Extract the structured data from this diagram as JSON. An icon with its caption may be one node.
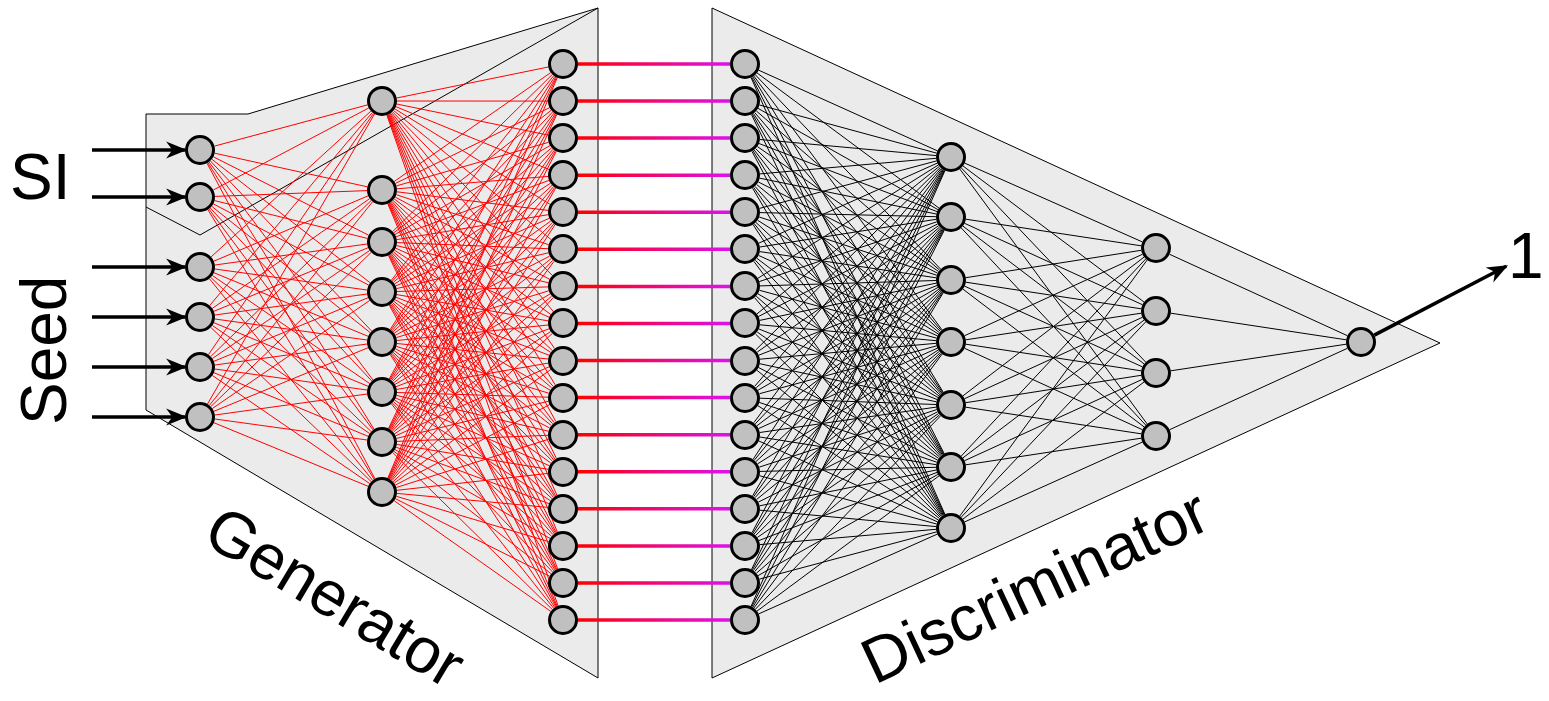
{
  "diagram": {
    "nodes": [
      {
        "text": [
          "Generator"
        ]
      },
      {
        "text": [],
        "shape": "circle",
        "in": 0
      },
      {
        "text": [],
        "shape": "circle",
        "in": 0
      },
      {
        "text": [],
        "shape": "circle",
        "in": 0
      },
      {
        "text": [],
        "shape": "circle",
        "in": 0
      },
      {
        "text": [],
        "shape": "circle",
        "in": 0
      },
      {
        "text": [],
        "shape": "circle",
        "in": 0
      },
      {
        "text": [],
        "shape": "circle",
        "in": 0
      },
      {
        "text": [],
        "shape": "circle",
        "in": 0
      },
      {
        "text": [],
        "shape": "circle",
        "in": 0
      },
      {
        "text": [],
        "shape": "circle",
        "in": 0
      },
      {
        "text": [],
        "shape": "circle",
        "in": 0
      },
      {
        "text": [],
        "shape": "circle",
        "in": 0
      },
      {
        "text": [],
        "shape": "circle",
        "in": 0
      },
      {
        "text": [],
        "shape": "circle",
        "in": 0
      },
      {
        "text": [],
        "shape": "circle",
        "in": 0
      },
      {
        "text": [],
        "shape": "circle",
        "in": 0
      },
      {
        "text": [],
        "shape": "circle",
        "in": 0
      },
      {
        "text": [],
        "shape": "circle",
        "in": 0
      },
      {
        "text": [],
        "shape": "circle",
        "in": 0
      },
      {
        "text": [],
        "shape": "circle",
        "in": 0
      },
      {
        "text": [],
        "shape": "circle",
        "in": 0
      },
      {
        "text": [],
        "shape": "circle",
        "in": 0
      },
      {
        "text": [],
        "shape": "circle",
        "in": 0
      },
      {
        "text": [],
        "shape": "circle",
        "in": 0
      },
      {
        "text": [],
        "shape": "circle",
        "in": 0
      },
      {
        "text": [],
        "shape": "circle",
        "in": 0
      },
      {
        "text": [],
        "shape": "circle",
        "in": 0
      },
      {
        "text": [],
        "shape": "circle",
        "in": 0
      },
      {
        "text": [],
        "shape": "circle",
        "in": 0
      },
      {
        "text": [],
        "shape": "circle",
        "in": 0
      },
      {
        "text": [
          "Discriminator"
        ]
      },
      {
        "text": [],
        "shape": "circle",
        "in": 31
      },
      {
        "text": [],
        "shape": "circle",
        "in": 31
      },
      {
        "text": [],
        "shape": "circle",
        "in": 31
      },
      {
        "text": [],
        "shape": "circle",
        "in": 31
      },
      {
        "text": [],
        "shape": "circle",
        "in": 31
      },
      {
        "text": [],
        "shape": "circle",
        "in": 31
      },
      {
        "text": [],
        "shape": "circle",
        "in": 31
      },
      {
        "text": [],
        "shape": "circle",
        "in": 31
      },
      {
        "text": [],
        "shape": "circle",
        "in": 31
      },
      {
        "text": [],
        "shape": "circle",
        "in": 31
      },
      {
        "text": [],
        "shape": "circle",
        "in": 31
      },
      {
        "text": [],
        "shape": "circle",
        "in": 31
      },
      {
        "text": [],
        "shape": "circle",
        "in": 31
      },
      {
        "text": [],
        "shape": "circle",
        "in": 31
      },
      {
        "text": [],
        "shape": "circle",
        "in": 31
      },
      {
        "text": [],
        "shape": "circle",
        "in": 31
      },
      {
        "text": [],
        "shape": "circle",
        "in": 31
      },
      {
        "text": [],
        "shape": "circle",
        "in": 31
      },
      {
        "text": [],
        "shape": "circle",
        "in": 31
      },
      {
        "text": [],
        "shape": "circle",
        "in": 31
      },
      {
        "text": [],
        "shape": "circle",
        "in": 31
      },
      {
        "text": [],
        "shape": "circle",
        "in": 31
      },
      {
        "text": [],
        "shape": "circle",
        "in": 31
      },
      {
        "text": [],
        "shape": "circle",
        "in": 31
      },
      {
        "text": [],
        "shape": "circle",
        "in": 31
      },
      {
        "text": [],
        "shape": "circle",
        "in": 31
      },
      {
        "text": [],
        "shape": "circle",
        "in": 31
      },
      {
        "text": [],
        "shape": "circle",
        "in": 31
      },
      {
        "text": [
          "1"
        ]
      }
    ],
    "edges": [
      {
        "from": null,
        "to": 1,
        "arrow": "to",
        "style": "thick",
        "color": "#000000"
      },
      {
        "from": null,
        "to": 2,
        "arrow": "to",
        "style": "thick",
        "color": "#000000"
      },
      {
        "from": null,
        "to": 3,
        "arrow": "to",
        "style": "thick",
        "color": "#000000"
      },
      {
        "from": null,
        "to": 4,
        "arrow": "to",
        "style": "thick",
        "color": "#000000"
      },
      {
        "from": null,
        "to": 5,
        "arrow": "to",
        "style": "thick",
        "color": "#000000"
      },
      {
        "from": null,
        "to": 6,
        "arrow": "to",
        "style": "thick",
        "color": "#000000"
      },
      {
        "from": 1,
        "to": 7,
        "arrow": "none"
      },
      {
        "from": 1,
        "to": 8,
        "arrow": "none"
      },
      {
        "from": 1,
        "to": 9,
        "arrow": "none"
      },
      {
        "from": 1,
        "to": 10,
        "arrow": "none"
      },
      {
        "from": 1,
        "to": 11,
        "arrow": "none"
      },
      {
        "from": 1,
        "to": 12,
        "arrow": "none"
      },
      {
        "from": 1,
        "to": 13,
        "arrow": "none"
      },
      {
        "from": 1,
        "to": 14,
        "arrow": "none"
      },
      {
        "from": 2,
        "to": 7,
        "arrow": "none"
      },
      {
        "from": 2,
        "to": 8,
        "arrow": "none"
      },
      {
        "from": 2,
        "to": 9,
        "arrow": "none"
      },
      {
        "from": 2,
        "to": 10,
        "arrow": "none"
      },
      {
        "from": 2,
        "to": 11,
        "arrow": "none"
      },
      {
        "from": 2,
        "to": 12,
        "arrow": "none"
      },
      {
        "from": 2,
        "to": 13,
        "arrow": "none"
      },
      {
        "from": 2,
        "to": 14,
        "arrow": "none"
      },
      {
        "from": 3,
        "to": 7,
        "arrow": "none"
      },
      {
        "from": 3,
        "to": 8,
        "arrow": "none"
      },
      {
        "from": 3,
        "to": 9,
        "arrow": "none"
      },
      {
        "from": 3,
        "to": 10,
        "arrow": "none"
      },
      {
        "from": 3,
        "to": 11,
        "arrow": "none"
      },
      {
        "from": 3,
        "to": 12,
        "arrow": "none"
      },
      {
        "from": 3,
        "to": 13,
        "arrow": "none"
      },
      {
        "from": 3,
        "to": 14,
        "arrow": "none"
      },
      {
        "from": 4,
        "to": 7,
        "arrow": "none"
      },
      {
        "from": 4,
        "to": 8,
        "arrow": "none"
      },
      {
        "from": 4,
        "to": 9,
        "arrow": "none"
      },
      {
        "from": 4,
        "to": 10,
        "arrow": "none"
      },
      {
        "from": 4,
        "to": 11,
        "arrow": "none"
      },
      {
        "from": 4,
        "to": 12,
        "arrow": "none"
      },
      {
        "from": 4,
        "to": 13,
        "arrow": "none"
      },
      {
        "from": 4,
        "to": 14,
        "arrow": "none"
      },
      {
        "from": 5,
        "to": 7,
        "arrow": "none"
      },
      {
        "from": 5,
        "to": 8,
        "arrow": "none"
      },
      {
        "from": 5,
        "to": 9,
        "arrow": "none"
      },
      {
        "from": 5,
        "to": 10,
        "arrow": "none"
      },
      {
        "from": 5,
        "to": 11,
        "arrow": "none"
      },
      {
        "from": 5,
        "to": 12,
        "arrow": "none"
      },
      {
        "from": 5,
        "to": 13,
        "arrow": "none"
      },
      {
        "from": 5,
        "to": 14,
        "arrow": "none"
      },
      {
        "from": 6,
        "to": 7,
        "arrow": "none"
      },
      {
        "from": 6,
        "to": 8,
        "arrow": "none"
      },
      {
        "from": 6,
        "to": 9,
        "arrow": "none"
      },
      {
        "from": 6,
        "to": 10,
        "arrow": "none"
      },
      {
        "from": 6,
        "to": 11,
        "arrow": "none"
      },
      {
        "from": 6,
        "to": 12,
        "arrow": "none"
      },
      {
        "from": 6,
        "to": 13,
        "arrow": "none"
      },
      {
        "from": 6,
        "to": 14,
        "arrow": "none"
      },
      {
        "from": 7,
        "to": 15,
        "arrow": "none"
      },
      {
        "from": 7,
        "to": 16,
        "arrow": "none"
      },
      {
        "from": 7,
        "to": 17,
        "arrow": "none"
      },
      {
        "from": 7,
        "to": 18,
        "arrow": "none"
      },
      {
        "from": 7,
        "to": 19,
        "arrow": "none"
      },
      {
        "from": 7,
        "to": 20,
        "arrow": "none"
      },
      {
        "from": 7,
        "to": 21,
        "arrow": "none"
      },
      {
        "from": 7,
        "to": 22,
        "arrow": "none"
      },
      {
        "from": 7,
        "to": 23,
        "arrow": "none"
      },
      {
        "from": 7,
        "to": 24,
        "arrow": "none"
      },
      {
        "from": 7,
        "to": 25,
        "arrow": "none"
      },
      {
        "from": 7,
        "to": 26,
        "arrow": "none"
      },
      {
        "from": 7,
        "to": 27,
        "arrow": "none"
      },
      {
        "from": 7,
        "to": 28,
        "arrow": "none"
      },
      {
        "from": 7,
        "to": 29,
        "arrow": "none"
      },
      {
        "from": 7,
        "to": 30,
        "arrow": "none"
      },
      {
        "from": 8,
        "to": 15,
        "arrow": "none"
      },
      {
        "from": 8,
        "to": 16,
        "arrow": "none"
      },
      {
        "from": 8,
        "to": 17,
        "arrow": "none"
      },
      {
        "from": 8,
        "to": 18,
        "arrow": "none"
      },
      {
        "from": 8,
        "to": 19,
        "arrow": "none"
      },
      {
        "from": 8,
        "to": 20,
        "arrow": "none"
      },
      {
        "from": 8,
        "to": 21,
        "arrow": "none"
      },
      {
        "from": 8,
        "to": 22,
        "arrow": "none"
      },
      {
        "from": 8,
        "to": 23,
        "arrow": "none"
      },
      {
        "from": 8,
        "to": 24,
        "arrow": "none"
      },
      {
        "from": 8,
        "to": 25,
        "arrow": "none"
      },
      {
        "from": 8,
        "to": 26,
        "arrow": "none"
      },
      {
        "from": 8,
        "to": 27,
        "arrow": "none"
      },
      {
        "from": 8,
        "to": 28,
        "arrow": "none"
      },
      {
        "from": 8,
        "to": 29,
        "arrow": "none"
      },
      {
        "from": 8,
        "to": 30,
        "arrow": "none"
      },
      {
        "from": 9,
        "to": 15,
        "arrow": "none"
      },
      {
        "from": 9,
        "to": 16,
        "arrow": "none"
      },
      {
        "from": 9,
        "to": 17,
        "arrow": "none"
      },
      {
        "from": 9,
        "to": 18,
        "arrow": "none"
      },
      {
        "from": 9,
        "to": 19,
        "arrow": "none"
      },
      {
        "from": 9,
        "to": 20,
        "arrow": "none"
      },
      {
        "from": 9,
        "to": 21,
        "arrow": "none"
      },
      {
        "from": 9,
        "to": 22,
        "arrow": "none"
      },
      {
        "from": 9,
        "to": 23,
        "arrow": "none"
      },
      {
        "from": 9,
        "to": 24,
        "arrow": "none"
      },
      {
        "from": 9,
        "to": 25,
        "arrow": "none"
      },
      {
        "from": 9,
        "to": 26,
        "arrow": "none"
      },
      {
        "from": 9,
        "to": 27,
        "arrow": "none"
      },
      {
        "from": 9,
        "to": 28,
        "arrow": "none"
      },
      {
        "from": 9,
        "to": 29,
        "arrow": "none"
      },
      {
        "from": 9,
        "to": 30,
        "arrow": "none"
      },
      {
        "from": 10,
        "to": 15,
        "arrow": "none"
      },
      {
        "from": 10,
        "to": 16,
        "arrow": "none"
      },
      {
        "from": 10,
        "to": 17,
        "arrow": "none"
      },
      {
        "from": 10,
        "to": 18,
        "arrow": "none"
      },
      {
        "from": 10,
        "to": 19,
        "arrow": "none"
      },
      {
        "from": 10,
        "to": 20,
        "arrow": "none"
      },
      {
        "from": 10,
        "to": 21,
        "arrow": "none"
      },
      {
        "from": 10,
        "to": 22,
        "arrow": "none"
      },
      {
        "from": 10,
        "to": 23,
        "arrow": "none"
      },
      {
        "from": 10,
        "to": 24,
        "arrow": "none"
      },
      {
        "from": 10,
        "to": 25,
        "arrow": "none"
      },
      {
        "from": 10,
        "to": 26,
        "arrow": "none"
      },
      {
        "from": 10,
        "to": 27,
        "arrow": "none"
      },
      {
        "from": 10,
        "to": 28,
        "arrow": "none"
      },
      {
        "from": 10,
        "to": 29,
        "arrow": "none"
      },
      {
        "from": 10,
        "to": 30,
        "arrow": "none"
      },
      {
        "from": 11,
        "to": 15,
        "arrow": "none"
      },
      {
        "from": 11,
        "to": 16,
        "arrow": "none"
      },
      {
        "from": 11,
        "to": 17,
        "arrow": "none"
      },
      {
        "from": 11,
        "to": 18,
        "arrow": "none"
      },
      {
        "from": 11,
        "to": 19,
        "arrow": "none"
      },
      {
        "from": 11,
        "to": 20,
        "arrow": "none"
      },
      {
        "from": 11,
        "to": 21,
        "arrow": "none"
      },
      {
        "from": 11,
        "to": 22,
        "arrow": "none"
      },
      {
        "from": 11,
        "to": 23,
        "arrow": "none"
      },
      {
        "from": 11,
        "to": 24,
        "arrow": "none"
      },
      {
        "from": 11,
        "to": 25,
        "arrow": "none"
      },
      {
        "from": 11,
        "to": 26,
        "arrow": "none"
      },
      {
        "from": 11,
        "to": 27,
        "arrow": "none"
      },
      {
        "from": 11,
        "to": 28,
        "arrow": "none"
      },
      {
        "from": 11,
        "to": 29,
        "arrow": "none"
      },
      {
        "from": 11,
        "to": 30,
        "arrow": "none"
      },
      {
        "from": 12,
        "to": 15,
        "arrow": "none"
      },
      {
        "from": 12,
        "to": 16,
        "arrow": "none"
      },
      {
        "from": 12,
        "to": 17,
        "arrow": "none"
      },
      {
        "from": 12,
        "to": 18,
        "arrow": "none"
      },
      {
        "from": 12,
        "to": 19,
        "arrow": "none"
      },
      {
        "from": 12,
        "to": 20,
        "arrow": "none"
      },
      {
        "from": 12,
        "to": 21,
        "arrow": "none"
      },
      {
        "from": 12,
        "to": 22,
        "arrow": "none"
      },
      {
        "from": 12,
        "to": 23,
        "arrow": "none"
      },
      {
        "from": 12,
        "to": 24,
        "arrow": "none"
      },
      {
        "from": 12,
        "to": 25,
        "arrow": "none"
      },
      {
        "from": 12,
        "to": 26,
        "arrow": "none"
      },
      {
        "from": 12,
        "to": 27,
        "arrow": "none"
      },
      {
        "from": 12,
        "to": 28,
        "arrow": "none"
      },
      {
        "from": 12,
        "to": 29,
        "arrow": "none"
      },
      {
        "from": 12,
        "to": 30,
        "arrow": "none"
      },
      {
        "from": 13,
        "to": 15,
        "arrow": "none"
      },
      {
        "from": 13,
        "to": 16,
        "arrow": "none"
      },
      {
        "from": 13,
        "to": 17,
        "arrow": "none"
      },
      {
        "from": 13,
        "to": 18,
        "arrow": "none"
      },
      {
        "from": 13,
        "to": 19,
        "arrow": "none"
      },
      {
        "from": 13,
        "to": 20,
        "arrow": "none"
      },
      {
        "from": 13,
        "to": 21,
        "arrow": "none"
      },
      {
        "from": 13,
        "to": 22,
        "arrow": "none"
      },
      {
        "from": 13,
        "to": 23,
        "arrow": "none"
      },
      {
        "from": 13,
        "to": 24,
        "arrow": "none"
      },
      {
        "from": 13,
        "to": 25,
        "arrow": "none"
      },
      {
        "from": 13,
        "to": 26,
        "arrow": "none"
      },
      {
        "from": 13,
        "to": 27,
        "arrow": "none"
      },
      {
        "from": 13,
        "to": 28,
        "arrow": "none"
      },
      {
        "from": 13,
        "to": 29,
        "arrow": "none"
      },
      {
        "from": 13,
        "to": 30,
        "arrow": "none"
      },
      {
        "from": 14,
        "to": 15,
        "arrow": "none"
      },
      {
        "from": 14,
        "to": 16,
        "arrow": "none"
      },
      {
        "from": 14,
        "to": 17,
        "arrow": "none"
      },
      {
        "from": 14,
        "to": 18,
        "arrow": "none"
      },
      {
        "from": 14,
        "to": 19,
        "arrow": "none"
      },
      {
        "from": 14,
        "to": 20,
        "arrow": "none"
      },
      {
        "from": 14,
        "to": 21,
        "arrow": "none"
      },
      {
        "from": 14,
        "to": 22,
        "arrow": "none"
      },
      {
        "from": 14,
        "to": 23,
        "arrow": "none"
      },
      {
        "from": 14,
        "to": 24,
        "arrow": "none"
      },
      {
        "from": 14,
        "to": 25,
        "arrow": "none"
      },
      {
        "from": 14,
        "to": 26,
        "arrow": "none"
      },
      {
        "from": 14,
        "to": 27,
        "arrow": "none"
      },
      {
        "from": 14,
        "to": 28,
        "arrow": "none"
      },
      {
        "from": 14,
        "to": 29,
        "arrow": "none"
      },
      {
        "from": 14,
        "to": 30,
        "arrow": "none"
      },
      {
        "from": 15,
        "to": 32,
        "arrow": "none",
        "style": "thick",
        "color": "#dd11ee"
      },
      {
        "from": 16,
        "to": 33,
        "arrow": "none",
        "style": "thick",
        "color": "#dd11ee"
      },
      {
        "from": 17,
        "to": 34,
        "arrow": "none",
        "style": "thick",
        "color": "#dd11ee"
      },
      {
        "from": 18,
        "to": 35,
        "arrow": "none",
        "style": "thick",
        "color": "#dd11ee"
      },
      {
        "from": 19,
        "to": 36,
        "arrow": "none",
        "style": "thick",
        "color": "#dd11ee"
      },
      {
        "from": 20,
        "to": 37,
        "arrow": "none",
        "style": "thick",
        "color": "#dd11ee"
      },
      {
        "from": 21,
        "to": 38,
        "arrow": "none",
        "style": "thick",
        "color": "#dd11ee"
      },
      {
        "from": 22,
        "to": 39,
        "arrow": "none",
        "style": "thick",
        "color": "#dd11ee"
      },
      {
        "from": 23,
        "to": 40,
        "arrow": "none",
        "style": "thick",
        "color": "#dd11ee"
      },
      {
        "from": 24,
        "to": 41,
        "arrow": "none",
        "style": "thick",
        "color": "#dd11ee"
      },
      {
        "from": 25,
        "to": 42,
        "arrow": "none",
        "style": "thick",
        "color": "#dd11ee"
      },
      {
        "from": 26,
        "to": 43,
        "arrow": "none",
        "style": "thick",
        "color": "#dd11ee"
      },
      {
        "from": 27,
        "to": 44,
        "arrow": "none",
        "style": "thick",
        "color": "#dd11ee"
      },
      {
        "from": 28,
        "to": 45,
        "arrow": "none",
        "style": "thick",
        "color": "#dd11ee"
      },
      {
        "from": 29,
        "to": 46,
        "arrow": "none",
        "style": "thick",
        "color": "#dd11ee"
      },
      {
        "from": 30,
        "to": 47,
        "arrow": "none",
        "style": "thick",
        "color": "#dd11ee"
      },
      {
        "from": 32,
        "to": 48,
        "arrow": "none",
        "color": "#000000"
      },
      {
        "from": 32,
        "to": 49,
        "arrow": "none",
        "color": "#000000"
      },
      {
        "from": 32,
        "to": 50,
        "arrow": "none",
        "color": "#000000"
      },
      {
        "from": 32,
        "to": 51,
        "arrow": "none",
        "color": "#000000"
      },
      {
        "from": 32,
        "to": 52,
        "arrow": "none",
        "color": "#000000"
      },
      {
        "from": 32,
        "to": 53,
        "arrow": "none",
        "color": "#000000"
      },
      {
        "from": 32,
        "to": 54,
        "arrow": "none",
        "color": "#000000"
      },
      {
        "from": 33,
        "to": 48,
        "arrow": "none",
        "color": "#000000"
      },
      {
        "from": 33,
        "to": 49,
        "arrow": "none",
        "color": "#000000"
      },
      {
        "from": 33,
        "to": 50,
        "arrow": "none",
        "color": "#000000"
      },
      {
        "from": 33,
        "to": 51,
        "arrow": "none",
        "color": "#000000"
      },
      {
        "from": 33,
        "to": 52,
        "arrow": "none",
        "color": "#000000"
      },
      {
        "from": 33,
        "to": 53,
        "arrow": "none",
        "color": "#000000"
      },
      {
        "from": 33,
        "to": 54,
        "arrow": "none",
        "color": "#000000"
      },
      {
        "from": 34,
        "to": 48,
        "arrow": "none",
        "color": "#000000"
      },
      {
        "from": 34,
        "to": 49,
        "arrow": "none",
        "color": "#000000"
      },
      {
        "from": 34,
        "to": 50,
        "arrow": "none",
        "color": "#000000"
      },
      {
        "from": 34,
        "to": 51,
        "arrow": "none",
        "color": "#000000"
      },
      {
        "from": 34,
        "to": 52,
        "arrow": "none",
        "color": "#000000"
      },
      {
        "from": 34,
        "to": 53,
        "arrow": "none",
        "color": "#000000"
      },
      {
        "from": 34,
        "to": 54,
        "arrow": "none",
        "color": "#000000"
      },
      {
        "from": 35,
        "to": 48,
        "arrow": "none",
        "color": "#000000"
      },
      {
        "from": 35,
        "to": 49,
        "arrow": "none",
        "color": "#000000"
      },
      {
        "from": 35,
        "to": 50,
        "arrow": "none",
        "color": "#000000"
      },
      {
        "from": 35,
        "to": 51,
        "arrow": "none",
        "color": "#000000"
      },
      {
        "from": 35,
        "to": 52,
        "arrow": "none",
        "color": "#000000"
      },
      {
        "from": 35,
        "to": 53,
        "arrow": "none",
        "color": "#000000"
      },
      {
        "from": 35,
        "to": 54,
        "arrow": "none",
        "color": "#000000"
      },
      {
        "from": 36,
        "to": 48,
        "arrow": "none",
        "color": "#000000"
      },
      {
        "from": 36,
        "to": 49,
        "arrow": "none",
        "color": "#000000"
      },
      {
        "from": 36,
        "to": 50,
        "arrow": "none",
        "color": "#000000"
      },
      {
        "from": 36,
        "to": 51,
        "arrow": "none",
        "color": "#000000"
      },
      {
        "from": 36,
        "to": 52,
        "arrow": "none",
        "color": "#000000"
      },
      {
        "from": 36,
        "to": 53,
        "arrow": "none",
        "color": "#000000"
      },
      {
        "from": 36,
        "to": 54,
        "arrow": "none",
        "color": "#000000"
      },
      {
        "from": 37,
        "to": 48,
        "arrow": "none",
        "color": "#000000"
      },
      {
        "from": 37,
        "to": 49,
        "arrow": "none",
        "color": "#000000"
      },
      {
        "from": 37,
        "to": 50,
        "arrow": "none",
        "color": "#000000"
      },
      {
        "from": 37,
        "to": 51,
        "arrow": "none",
        "color": "#000000"
      },
      {
        "from": 37,
        "to": 52,
        "arrow": "none",
        "color": "#000000"
      },
      {
        "from": 37,
        "to": 53,
        "arrow": "none",
        "color": "#000000"
      },
      {
        "from": 37,
        "to": 54,
        "arrow": "none",
        "color": "#000000"
      },
      {
        "from": 38,
        "to": 48,
        "arrow": "none",
        "color": "#000000"
      },
      {
        "from": 38,
        "to": 49,
        "arrow": "none",
        "color": "#000000"
      },
      {
        "from": 38,
        "to": 50,
        "arrow": "none",
        "color": "#000000"
      },
      {
        "from": 38,
        "to": 51,
        "arrow": "none",
        "color": "#000000"
      },
      {
        "from": 38,
        "to": 52,
        "arrow": "none",
        "color": "#000000"
      },
      {
        "from": 38,
        "to": 53,
        "arrow": "none",
        "color": "#000000"
      },
      {
        "from": 38,
        "to": 54,
        "arrow": "none",
        "color": "#000000"
      },
      {
        "from": 39,
        "to": 48,
        "arrow": "none",
        "color": "#000000"
      },
      {
        "from": 39,
        "to": 49,
        "arrow": "none",
        "color": "#000000"
      },
      {
        "from": 39,
        "to": 50,
        "arrow": "none",
        "color": "#000000"
      },
      {
        "from": 39,
        "to": 51,
        "arrow": "none",
        "color": "#000000"
      },
      {
        "from": 39,
        "to": 52,
        "arrow": "none",
        "color": "#000000"
      },
      {
        "from": 39,
        "to": 53,
        "arrow": "none",
        "color": "#000000"
      },
      {
        "from": 39,
        "to": 54,
        "arrow": "none",
        "color": "#000000"
      },
      {
        "from": 40,
        "to": 48,
        "arrow": "none",
        "color": "#000000"
      },
      {
        "from": 40,
        "to": 49,
        "arrow": "none",
        "color": "#000000"
      },
      {
        "from": 40,
        "to": 50,
        "arrow": "none",
        "color": "#000000"
      },
      {
        "from": 40,
        "to": 51,
        "arrow": "none",
        "color": "#000000"
      },
      {
        "from": 40,
        "to": 52,
        "arrow": "none",
        "color": "#000000"
      },
      {
        "from": 40,
        "to": 53,
        "arrow": "none",
        "color": "#000000"
      },
      {
        "from": 40,
        "to": 54,
        "arrow": "none",
        "color": "#000000"
      },
      {
        "from": 41,
        "to": 48,
        "arrow": "none",
        "color": "#000000"
      },
      {
        "from": 41,
        "to": 49,
        "arrow": "none",
        "color": "#000000"
      },
      {
        "from": 41,
        "to": 50,
        "arrow": "none",
        "color": "#000000"
      },
      {
        "from": 41,
        "to": 51,
        "arrow": "none",
        "color": "#000000"
      },
      {
        "from": 41,
        "to": 52,
        "arrow": "none",
        "color": "#000000"
      },
      {
        "from": 41,
        "to": 53,
        "arrow": "none",
        "color": "#000000"
      },
      {
        "from": 41,
        "to": 54,
        "arrow": "none",
        "color": "#000000"
      },
      {
        "from": 42,
        "to": 48,
        "arrow": "none",
        "color": "#000000"
      },
      {
        "from": 42,
        "to": 49,
        "arrow": "none",
        "color": "#000000"
      },
      {
        "from": 42,
        "to": 50,
        "arrow": "none",
        "color": "#000000"
      },
      {
        "from": 42,
        "to": 51,
        "arrow": "none",
        "color": "#000000"
      },
      {
        "from": 42,
        "to": 52,
        "arrow": "none",
        "color": "#000000"
      },
      {
        "from": 42,
        "to": 53,
        "arrow": "none",
        "color": "#000000"
      },
      {
        "from": 42,
        "to": 54,
        "arrow": "none",
        "color": "#000000"
      },
      {
        "from": 43,
        "to": 48,
        "arrow": "none",
        "color": "#000000"
      },
      {
        "from": 43,
        "to": 49,
        "arrow": "none",
        "color": "#000000"
      },
      {
        "from": 43,
        "to": 50,
        "arrow": "none",
        "color": "#000000"
      },
      {
        "from": 43,
        "to": 51,
        "arrow": "none",
        "color": "#000000"
      },
      {
        "from": 43,
        "to": 52,
        "arrow": "none",
        "color": "#000000"
      },
      {
        "from": 43,
        "to": 53,
        "arrow": "none",
        "color": "#000000"
      },
      {
        "from": 43,
        "to": 54,
        "arrow": "none",
        "color": "#000000"
      },
      {
        "from": 44,
        "to": 48,
        "arrow": "none",
        "color": "#000000"
      },
      {
        "from": 44,
        "to": 49,
        "arrow": "none",
        "color": "#000000"
      },
      {
        "from": 44,
        "to": 50,
        "arrow": "none",
        "color": "#000000"
      },
      {
        "from": 44,
        "to": 51,
        "arrow": "none",
        "color": "#000000"
      },
      {
        "from": 44,
        "to": 52,
        "arrow": "none",
        "color": "#000000"
      },
      {
        "from": 44,
        "to": 53,
        "arrow": "none",
        "color": "#000000"
      },
      {
        "from": 44,
        "to": 54,
        "arrow": "none",
        "color": "#000000"
      },
      {
        "from": 45,
        "to": 48,
        "arrow": "none",
        "color": "#000000"
      },
      {
        "from": 45,
        "to": 49,
        "arrow": "none",
        "color": "#000000"
      },
      {
        "from": 45,
        "to": 50,
        "arrow": "none",
        "color": "#000000"
      },
      {
        "from": 45,
        "to": 51,
        "arrow": "none",
        "color": "#000000"
      },
      {
        "from": 45,
        "to": 52,
        "arrow": "none",
        "color": "#000000"
      },
      {
        "from": 45,
        "to": 53,
        "arrow": "none",
        "color": "#000000"
      },
      {
        "from": 45,
        "to": 54,
        "arrow": "none",
        "color": "#000000"
      },
      {
        "from": 46,
        "to": 48,
        "arrow": "none",
        "color": "#000000"
      },
      {
        "from": 46,
        "to": 49,
        "arrow": "none",
        "color": "#000000"
      },
      {
        "from": 46,
        "to": 50,
        "arrow": "none",
        "color": "#000000"
      },
      {
        "from": 46,
        "to": 51,
        "arrow": "none",
        "color": "#000000"
      },
      {
        "from": 46,
        "to": 52,
        "arrow": "none",
        "color": "#000000"
      },
      {
        "from": 46,
        "to": 53,
        "arrow": "none",
        "color": "#000000"
      },
      {
        "from": 46,
        "to": 54,
        "arrow": "none",
        "color": "#000000"
      },
      {
        "from": 47,
        "to": 48,
        "arrow": "none",
        "color": "#000000"
      },
      {
        "from": 47,
        "to": 49,
        "arrow": "none",
        "color": "#000000"
      },
      {
        "from": 47,
        "to": 50,
        "arrow": "none",
        "color": "#000000"
      },
      {
        "from": 47,
        "to": 51,
        "arrow": "none",
        "color": "#000000"
      },
      {
        "from": 47,
        "to": 52,
        "arrow": "none",
        "color": "#000000"
      },
      {
        "from": 47,
        "to": 53,
        "arrow": "none",
        "color": "#000000"
      },
      {
        "from": 47,
        "to": 54,
        "arrow": "none",
        "color": "#000000"
      },
      {
        "from": 48,
        "to": 55,
        "arrow": "none",
        "color": "#000000"
      },
      {
        "from": 48,
        "to": 56,
        "arrow": "none",
        "color": "#000000"
      },
      {
        "from": 48,
        "to": 57,
        "arrow": "none",
        "color": "#000000"
      },
      {
        "from": 48,
        "to": 58,
        "arrow": "none",
        "color": "#000000"
      },
      {
        "from": 49,
        "to": 55,
        "arrow": "none",
        "color": "#000000"
      },
      {
        "from": 49,
        "to": 56,
        "arrow": "none",
        "color": "#000000"
      },
      {
        "from": 49,
        "to": 57,
        "arrow": "none",
        "color": "#000000"
      },
      {
        "from": 49,
        "to": 58,
        "arrow": "none",
        "color": "#000000"
      },
      {
        "from": 50,
        "to": 55,
        "arrow": "none",
        "color": "#000000"
      },
      {
        "from": 50,
        "to": 56,
        "arrow": "none",
        "color": "#000000"
      },
      {
        "from": 50,
        "to": 57,
        "arrow": "none",
        "color": "#000000"
      },
      {
        "from": 50,
        "to": 58,
        "arrow": "none",
        "color": "#000000"
      },
      {
        "from": 51,
        "to": 55,
        "arrow": "none",
        "color": "#000000"
      },
      {
        "from": 51,
        "to": 56,
        "arrow": "none",
        "color": "#000000"
      },
      {
        "from": 51,
        "to": 57,
        "arrow": "none",
        "color": "#000000"
      },
      {
        "from": 51,
        "to": 58,
        "arrow": "none",
        "color": "#000000"
      },
      {
        "from": 52,
        "to": 55,
        "arrow": "none",
        "color": "#000000"
      },
      {
        "from": 52,
        "to": 56,
        "arrow": "none",
        "color": "#000000"
      },
      {
        "from": 52,
        "to": 57,
        "arrow": "none",
        "color": "#000000"
      },
      {
        "from": 52,
        "to": 58,
        "arrow": "none",
        "color": "#000000"
      },
      {
        "from": 53,
        "to": 55,
        "arrow": "none",
        "color": "#000000"
      },
      {
        "from": 53,
        "to": 56,
        "arrow": "none",
        "color": "#000000"
      },
      {
        "from": 53,
        "to": 57,
        "arrow": "none",
        "color": "#000000"
      },
      {
        "from": 53,
        "to": 58,
        "arrow": "none",
        "color": "#000000"
      },
      {
        "from": 54,
        "to": 55,
        "arrow": "none",
        "color": "#000000"
      },
      {
        "from": 54,
        "to": 56,
        "arrow": "none",
        "color": "#000000"
      },
      {
        "from": 54,
        "to": 57,
        "arrow": "none",
        "color": "#000000"
      },
      {
        "from": 54,
        "to": 58,
        "arrow": "none",
        "color": "#000000"
      },
      {
        "from": 55,
        "to": 59,
        "arrow": "none",
        "color": "#000000"
      },
      {
        "from": 56,
        "to": 59,
        "arrow": "none",
        "color": "#000000"
      },
      {
        "from": 57,
        "to": 59,
        "arrow": "none",
        "color": "#000000"
      },
      {
        "from": 58,
        "to": 59,
        "arrow": "none",
        "color": "#000000"
      },
      {
        "from": 59,
        "to": 60,
        "arrow": "to",
        "style": "thick",
        "color": "#000000"
      }
    ],
    "labels": [
      "SI",
      "Seed"
    ]
  }
}
